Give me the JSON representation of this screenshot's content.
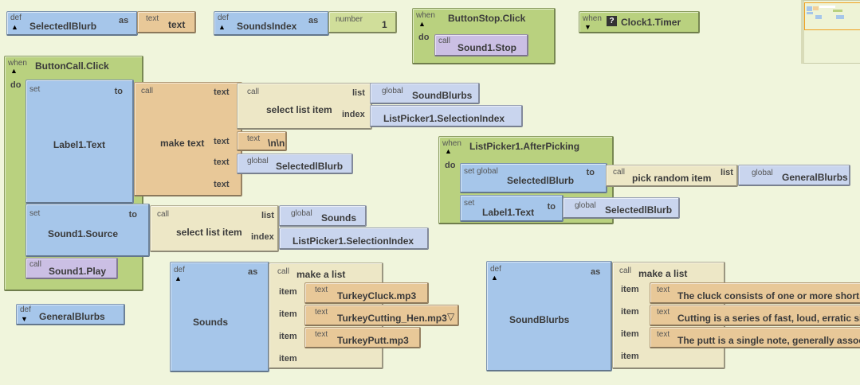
{
  "labels": {
    "def": "def",
    "as": "as",
    "text": "text",
    "number": "number",
    "when": "when",
    "do": "do",
    "call": "call",
    "set": "set",
    "to": "to",
    "list": "list",
    "index": "index",
    "global": "global",
    "set_global": "set global",
    "item": "item"
  },
  "icons": {
    "collapse": "triangle-up-icon",
    "expand": "triangle-down-icon",
    "help": "question-icon",
    "dropdown": "dropdown-triangle-icon"
  },
  "colors": {
    "background": "#f0f5dc",
    "variable": "#a6c6ea",
    "event": "#b9d17f",
    "text": "#e8c898",
    "list": "#ede7c6",
    "number": "#d0de9a",
    "global": "#c9d5ee",
    "call": "#cbbfe4"
  },
  "blocks": {
    "def_selected": {
      "name": "SelectedlBlurb",
      "value": "text"
    },
    "def_soundsindex": {
      "name": "SoundsIndex",
      "value": "1"
    },
    "button_stop": {
      "event": "ButtonStop.Click",
      "call": "Sound1.Stop"
    },
    "clock": {
      "event": "Clock1.Timer",
      "help": "?"
    },
    "button_call": {
      "event": "ButtonCall.Click",
      "set1": "Label1.Text",
      "make_text": "make text",
      "select1": "select list item",
      "list1": "SoundBlurbs",
      "index1": "ListPicker1.SelectionIndex",
      "newlines": "\\n\\n",
      "global1": "SelectedlBlurb",
      "set2": "Sound1.Source",
      "select2": "select list item",
      "list2": "Sounds",
      "index2": "ListPicker1.SelectionIndex",
      "play": "Sound1.Play"
    },
    "after_picking": {
      "event": "ListPicker1.AfterPicking",
      "set1": "SelectedlBlurb",
      "pick": "pick random item",
      "list": "GeneralBlurbs",
      "set2": "Label1.Text",
      "global": "SelectedlBlurb"
    },
    "def_general": {
      "name": "GeneralBlurbs"
    },
    "def_sounds": {
      "name": "Sounds",
      "make_list": "make a list",
      "items": [
        "TurkeyCluck.mp3",
        "TurkeyCutting_Hen.mp3",
        "TurkeyPutt.mp3"
      ]
    },
    "def_soundblurbs": {
      "name": "SoundBlurbs",
      "make_list": "make a list",
      "items": [
        "The cluck consists of one or more short,",
        "Cutting is a series of fast, loud, erratic si",
        "The putt is a single note, generally assoc"
      ]
    }
  }
}
